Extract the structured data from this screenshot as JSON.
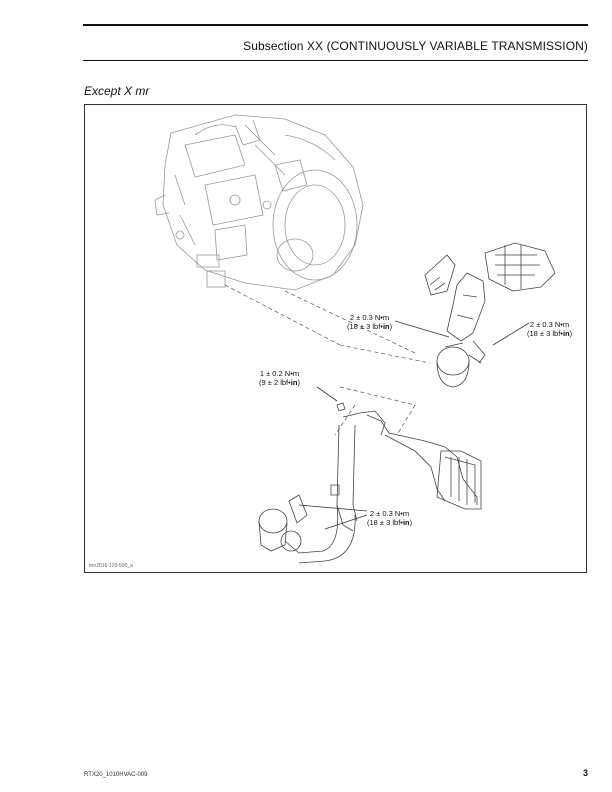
{
  "header": {
    "title": "Subsection XX (CONTINUOUSLY VARIABLE TRANSMISSION)"
  },
  "figure": {
    "caption": "Except X mr",
    "figure_id": "tmr2016-120-500_a",
    "torque_labels": [
      {
        "line1": "2 ± 0.3 N•m",
        "pre": "(18 ± 3 lbf•",
        "bold": "in",
        "post": ")"
      },
      {
        "line1": "2 ± 0.3 N•m",
        "pre": "(18 ± 3 lbf•",
        "bold": "in",
        "post": ")"
      },
      {
        "line1": "1 ± 0.2 N•m",
        "pre": "(9 ± 2 lbf•",
        "bold": "in",
        "post": ")"
      },
      {
        "line1": "2 ± 0.3 N•m",
        "pre": "(18 ± 3 lbf•",
        "bold": "in",
        "post": ")"
      }
    ]
  },
  "footer": {
    "doc_code": "RTX20_1010HVAC-009",
    "page_number": "3"
  }
}
